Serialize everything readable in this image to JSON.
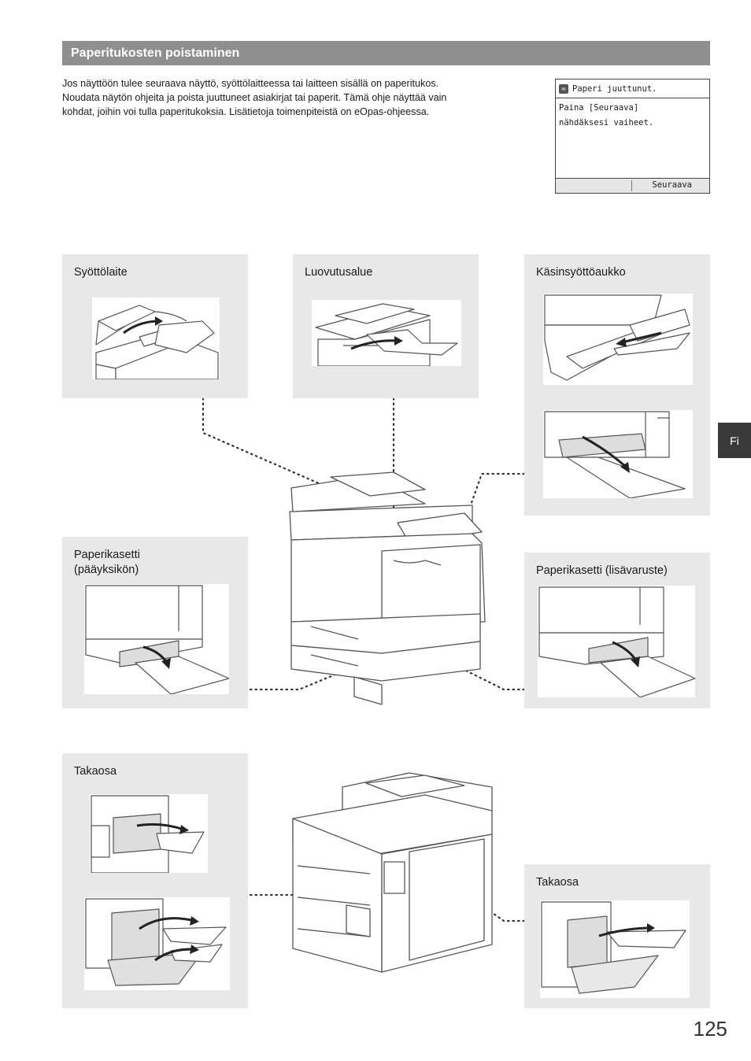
{
  "section": {
    "title": "Paperitukosten poistaminen"
  },
  "intro": {
    "line1": "Jos näyttöön tulee seuraava näyttö, syöttölaitteessa tai laitteen sisällä on paperitukos.",
    "line2": "Noudata näytön ohjeita ja poista juuttuneet asiakirjat tai paperit. Tämä ohje näyttää vain",
    "line3": "kohdat, joihin voi tulla paperitukoksia. Lisätietoja toimenpiteistä on eOpas-ohjeessa."
  },
  "lcd": {
    "title": "Paperi juuttunut.",
    "line1": "Paina [Seuraava]",
    "line2": "nähdäksesi vaiheet.",
    "button": "Seuraava"
  },
  "panels": {
    "feeder": "Syöttölaite",
    "output": "Luovutusalue",
    "manual": "Käsinsyöttöaukko",
    "cassette_main_l1": "Paperikasetti",
    "cassette_main_l2": "(pääyksikön)",
    "cassette_opt": "Paperikasetti (lisävaruste)",
    "rear_left": "Takaosa",
    "rear_right": "Takaosa"
  },
  "lang_tab": "Fi",
  "page_number": "125"
}
